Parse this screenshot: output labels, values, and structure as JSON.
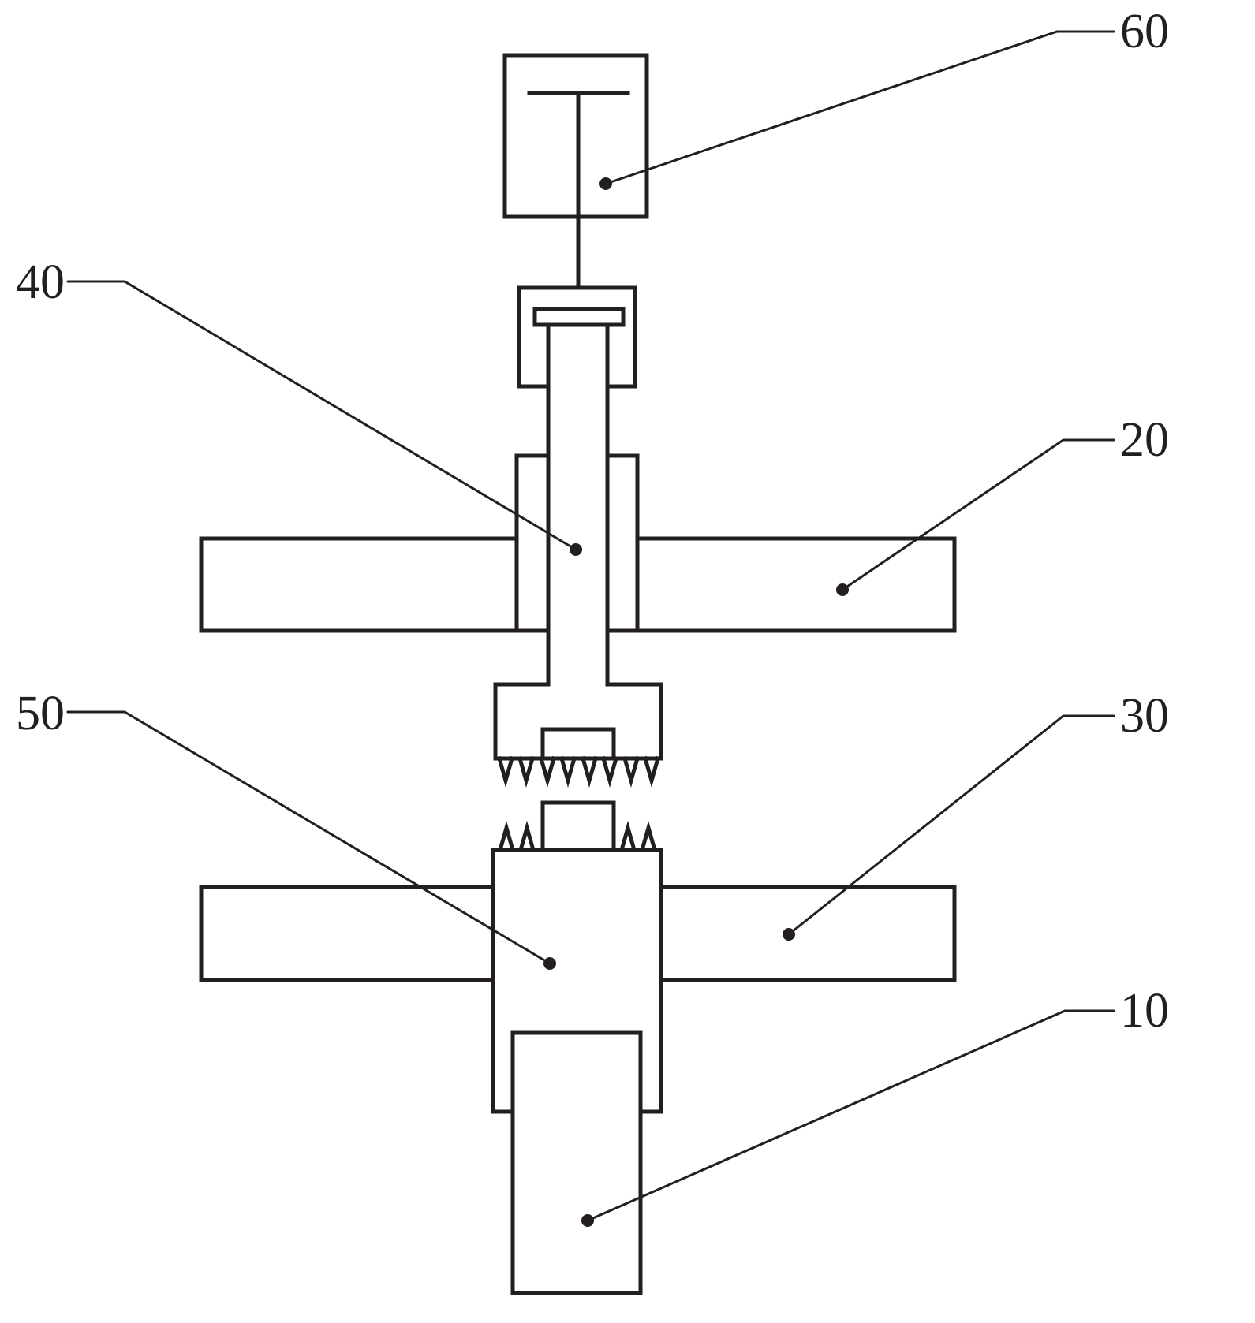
{
  "figure": {
    "kind": "patent-style technical drawing",
    "background_color": "#ffffff",
    "line_color": "#231f20",
    "callouts": [
      {
        "number": "60"
      },
      {
        "number": "40"
      },
      {
        "number": "20"
      },
      {
        "number": "50"
      },
      {
        "number": "30"
      },
      {
        "number": "10"
      }
    ]
  }
}
